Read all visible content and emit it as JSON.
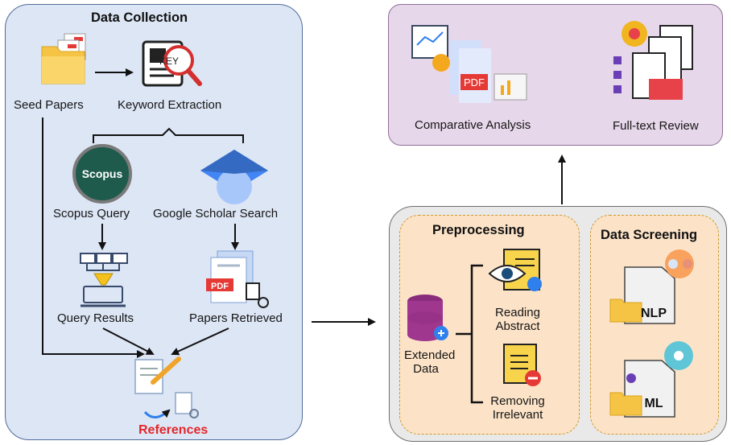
{
  "data_collection": {
    "title": "Data Collection",
    "seed_papers": "Seed Papers",
    "keyword_extraction": "Keyword Extraction",
    "scopus_query": "Scopus Query",
    "google_scholar_search": "Google Scholar Search",
    "query_results": "Query Results",
    "papers_retrieved": "Papers Retrieved",
    "references": "References"
  },
  "analysis": {
    "comparative_analysis": "Comparative Analysis",
    "full_text_review": "Full-text Review"
  },
  "preprocessing": {
    "title": "Preprocessing",
    "extended_data_line1": "Extended",
    "extended_data_line2": "Data",
    "reading_line1": "Reading",
    "reading_line2": "Abstract",
    "removing_line1": "Removing",
    "removing_line2": "Irrelevant"
  },
  "data_screening": {
    "title": "Data Screening",
    "nlp": "NLP",
    "ml": "ML"
  },
  "icon_text": {
    "key": "KEY",
    "scopus": "Scopus",
    "pdf": "PDF"
  },
  "colors": {
    "collection_bg": "#dde6f5",
    "analysis_bg": "#e7d7ea",
    "process_bg": "#e9e9e9",
    "subpanel_bg": "#fce3c8",
    "references_red": "#e3262a"
  }
}
